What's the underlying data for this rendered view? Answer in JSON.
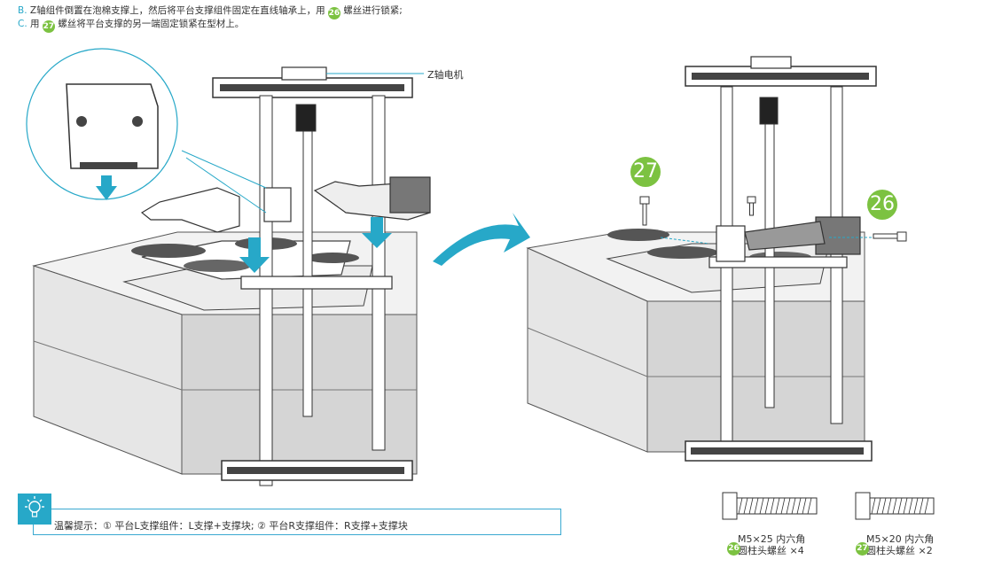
{
  "instructions": {
    "b_letter": "B.",
    "b_text_1": " Z轴组件倒置在泡棉支撑上，然后将平台支撑组件固定在直线轴承上，用",
    "b_badge": "26",
    "b_text_2": "螺丝进行锁紧;",
    "c_letter": "C.",
    "c_text_1": " 用",
    "c_badge": "27",
    "c_text_2": "螺丝将平台支撑的另一端固定锁紧在型材上。"
  },
  "callout": {
    "z_motor_label": "Z轴电机"
  },
  "badges": {
    "right_27": "27",
    "right_26": "26"
  },
  "tip": {
    "text": "温馨提示：① 平台L支撑组件：L支撑+支撑块;     ② 平台R支撑组件：R支撑+支撑块"
  },
  "screws": [
    {
      "badge": "26",
      "line1": "M5×25 内六角",
      "line2": "圆柱头螺丝 ×4"
    },
    {
      "badge": "27",
      "line1": "M5×20 内六角",
      "line2": "圆柱头螺丝 ×2"
    }
  ],
  "colors": {
    "accent": "#27a8c8",
    "badge_green": "#7cc241"
  }
}
